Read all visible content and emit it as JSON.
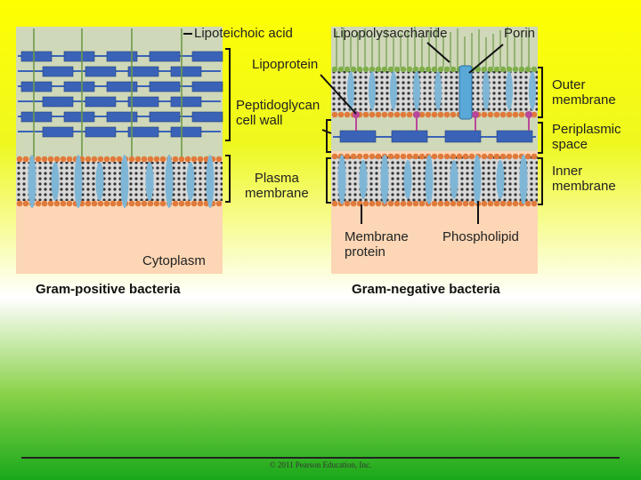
{
  "labels": {
    "lipoteichoic_acid": "Lipoteichoic acid",
    "lipopolysaccharide": "Lipopolysaccharide",
    "porin": "Porin",
    "lipoprotein": "Lipoprotein",
    "peptidoglycan": "Peptidoglycan\ncell wall",
    "outer_membrane": "Outer\nmembrane",
    "periplasmic_space": "Periplasmic\nspace",
    "plasma_membrane": "Plasma\nmembrane",
    "inner_membrane": "Inner\nmembrane",
    "membrane_protein": "Membrane\nprotein",
    "phospholipid": "Phospholipid",
    "cytoplasm": "Cytoplasm"
  },
  "captions": {
    "gram_positive": "Gram-positive bacteria",
    "gram_negative": "Gram-negative bacteria"
  },
  "footer": {
    "copyright": "© 2011 Pearson Education, Inc."
  },
  "colors": {
    "cell_wall_bg": "#cfd8b8",
    "peptidoglycan": "#3a63b8",
    "lipid_head": "#e07a3a",
    "lipid_head_outer": "#7fae4a",
    "membrane_protein": "#7fb6d6",
    "lipoprotein": "#b8479a",
    "cytoplasm": "#fcd6b5",
    "strand": "#6f9a4a"
  }
}
